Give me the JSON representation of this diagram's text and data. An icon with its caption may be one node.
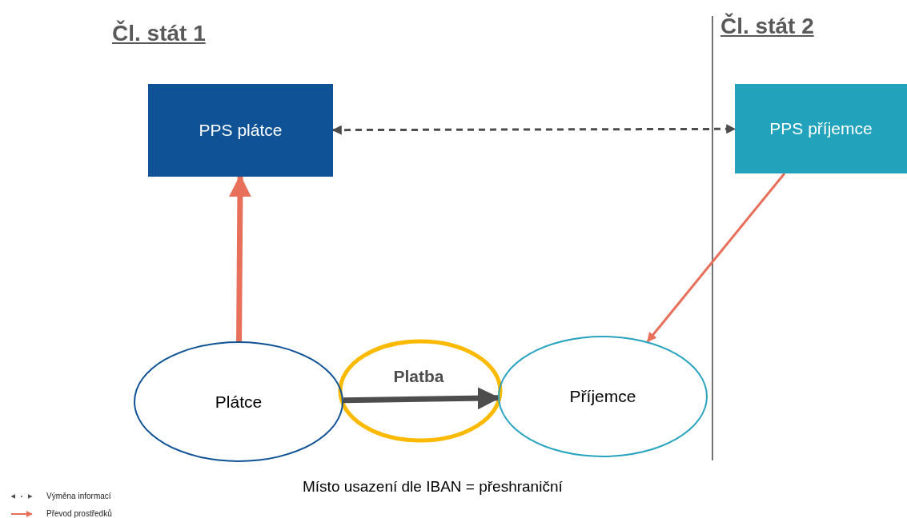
{
  "diagram": {
    "nodes": [
      {
        "text": [
          "PPS plátce"
        ]
      },
      {
        "text": [
          "PPS příjemce"
        ]
      },
      {
        "text": [
          "Plátce"
        ]
      },
      {
        "text": [
          "Příjemce"
        ]
      }
    ],
    "edges": [
      {
        "from": 2,
        "to": 0,
        "arrow": "to",
        "style": "thick",
        "color": "#e8705a"
      },
      {
        "from": 0,
        "to": 1,
        "arrow": "both",
        "style": "dashed",
        "color": "#4d4d4d"
      },
      {
        "from": 1,
        "to": 3,
        "arrow": "to",
        "color": "#e8705a"
      },
      {
        "from": 2,
        "to": 3,
        "label": "Platba",
        "arrow": "to",
        "style": "thick",
        "color": "#4d4d4d"
      }
    ],
    "labels": [
      "Čl. stát 1",
      "Čl. stát 2",
      "Místo usazení dle IBAN = přeshraniční"
    ],
    "legend": [
      {
        "text": "Výměna informací"
      },
      {
        "text": "Převod prostředků"
      }
    ]
  }
}
